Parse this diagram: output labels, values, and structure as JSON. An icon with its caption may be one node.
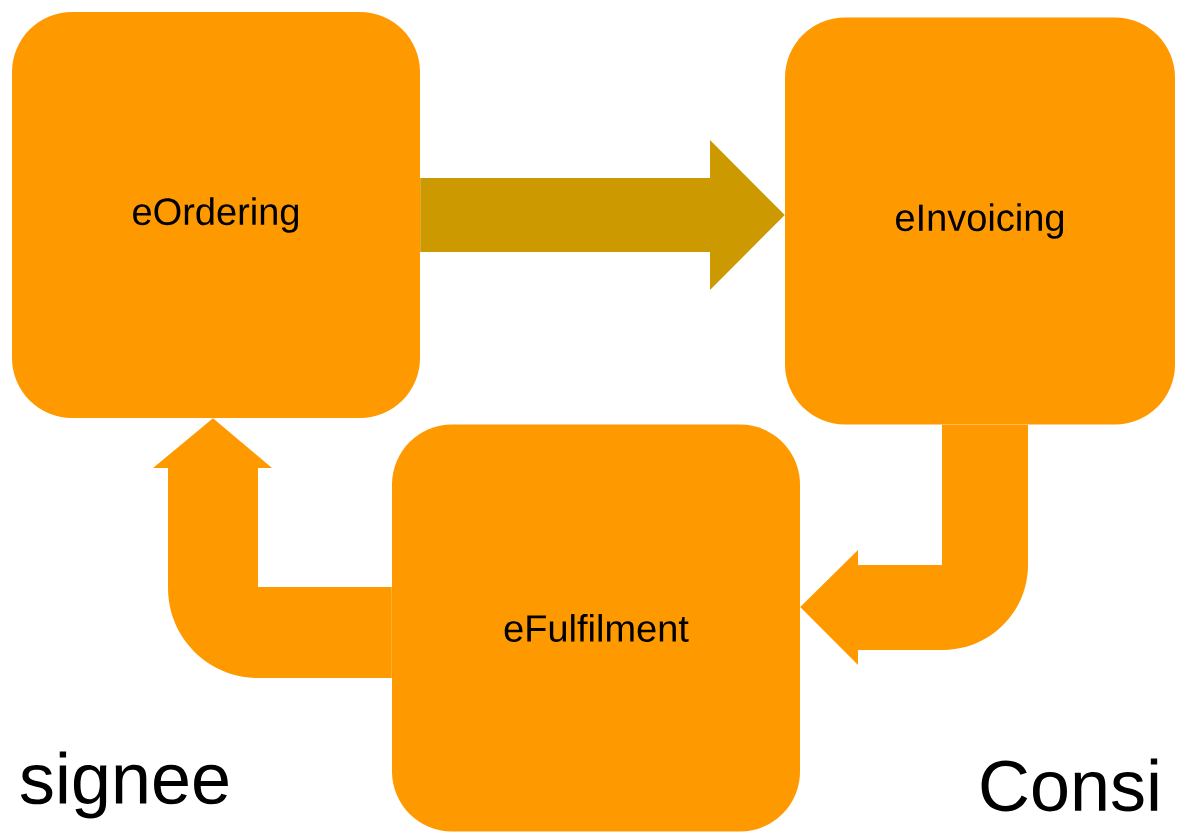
{
  "diagram": {
    "nodes": [
      {
        "text": [
          "eOrdering"
        ]
      },
      {
        "text": [
          "eInvoicing"
        ]
      },
      {
        "text": [
          "eFulfilment"
        ]
      }
    ],
    "edges": [
      {
        "from": 0,
        "to": 1,
        "arrow": "to",
        "color": "#cc9900"
      },
      {
        "from": 1,
        "to": 2,
        "arrow": "to"
      },
      {
        "from": 2,
        "to": 0,
        "arrow": "to"
      }
    ],
    "labels": [
      "signee",
      "Consi"
    ]
  }
}
